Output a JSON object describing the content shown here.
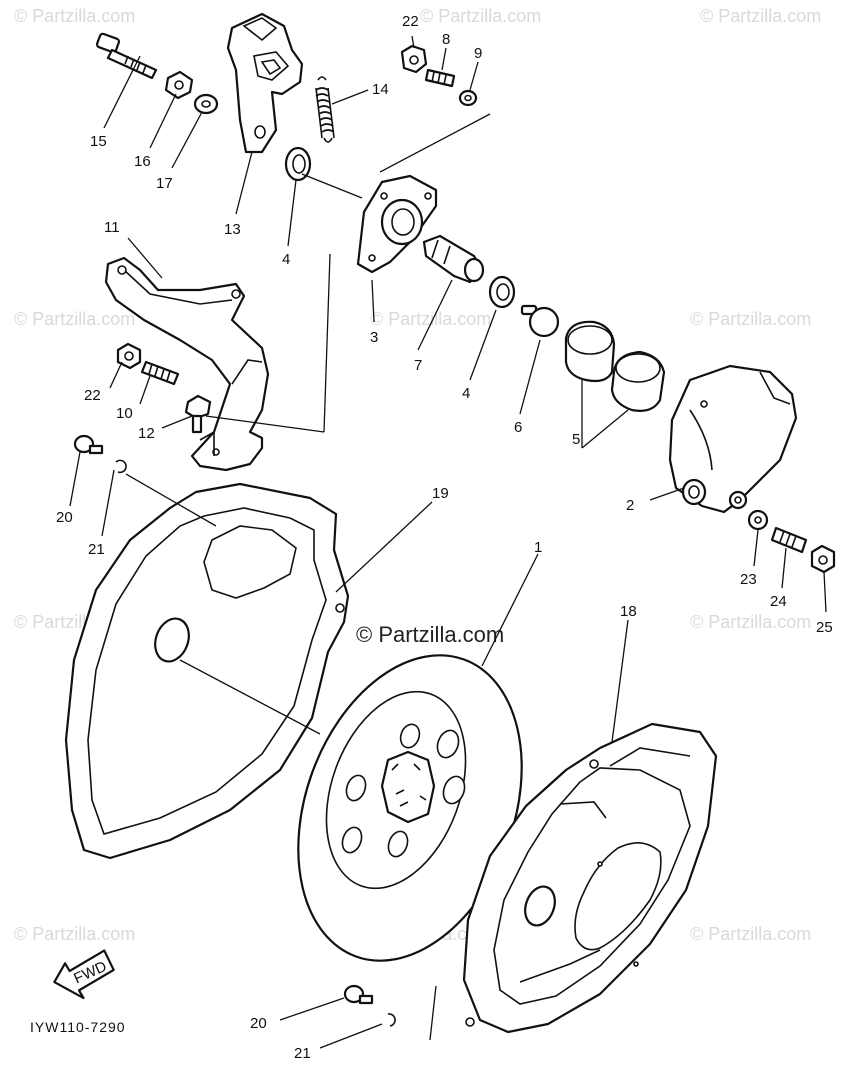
{
  "watermark": {
    "repeat_text": "© Partzilla.com",
    "center_text": "© Partzilla.com"
  },
  "diagram_code": "IYW110-7290",
  "fwd_label": "FWD",
  "callouts": [
    {
      "id": "c22a",
      "label": "22"
    },
    {
      "id": "c8",
      "label": "8"
    },
    {
      "id": "c9",
      "label": "9"
    },
    {
      "id": "c14",
      "label": "14"
    },
    {
      "id": "c15",
      "label": "15"
    },
    {
      "id": "c16",
      "label": "16"
    },
    {
      "id": "c17",
      "label": "17"
    },
    {
      "id": "c13",
      "label": "13"
    },
    {
      "id": "c4a",
      "label": "4"
    },
    {
      "id": "c11",
      "label": "11"
    },
    {
      "id": "c3",
      "label": "3"
    },
    {
      "id": "c7",
      "label": "7"
    },
    {
      "id": "c4b",
      "label": "4"
    },
    {
      "id": "c6",
      "label": "6"
    },
    {
      "id": "c5",
      "label": "5"
    },
    {
      "id": "c2",
      "label": "2"
    },
    {
      "id": "c22b",
      "label": "22"
    },
    {
      "id": "c10",
      "label": "10"
    },
    {
      "id": "c12",
      "label": "12"
    },
    {
      "id": "c20a",
      "label": "20"
    },
    {
      "id": "c21a",
      "label": "21"
    },
    {
      "id": "c19",
      "label": "19"
    },
    {
      "id": "c1",
      "label": "1"
    },
    {
      "id": "c18",
      "label": "18"
    },
    {
      "id": "c23",
      "label": "23"
    },
    {
      "id": "c24",
      "label": "24"
    },
    {
      "id": "c25",
      "label": "25"
    },
    {
      "id": "c20b",
      "label": "20"
    },
    {
      "id": "c21b",
      "label": "21"
    }
  ]
}
